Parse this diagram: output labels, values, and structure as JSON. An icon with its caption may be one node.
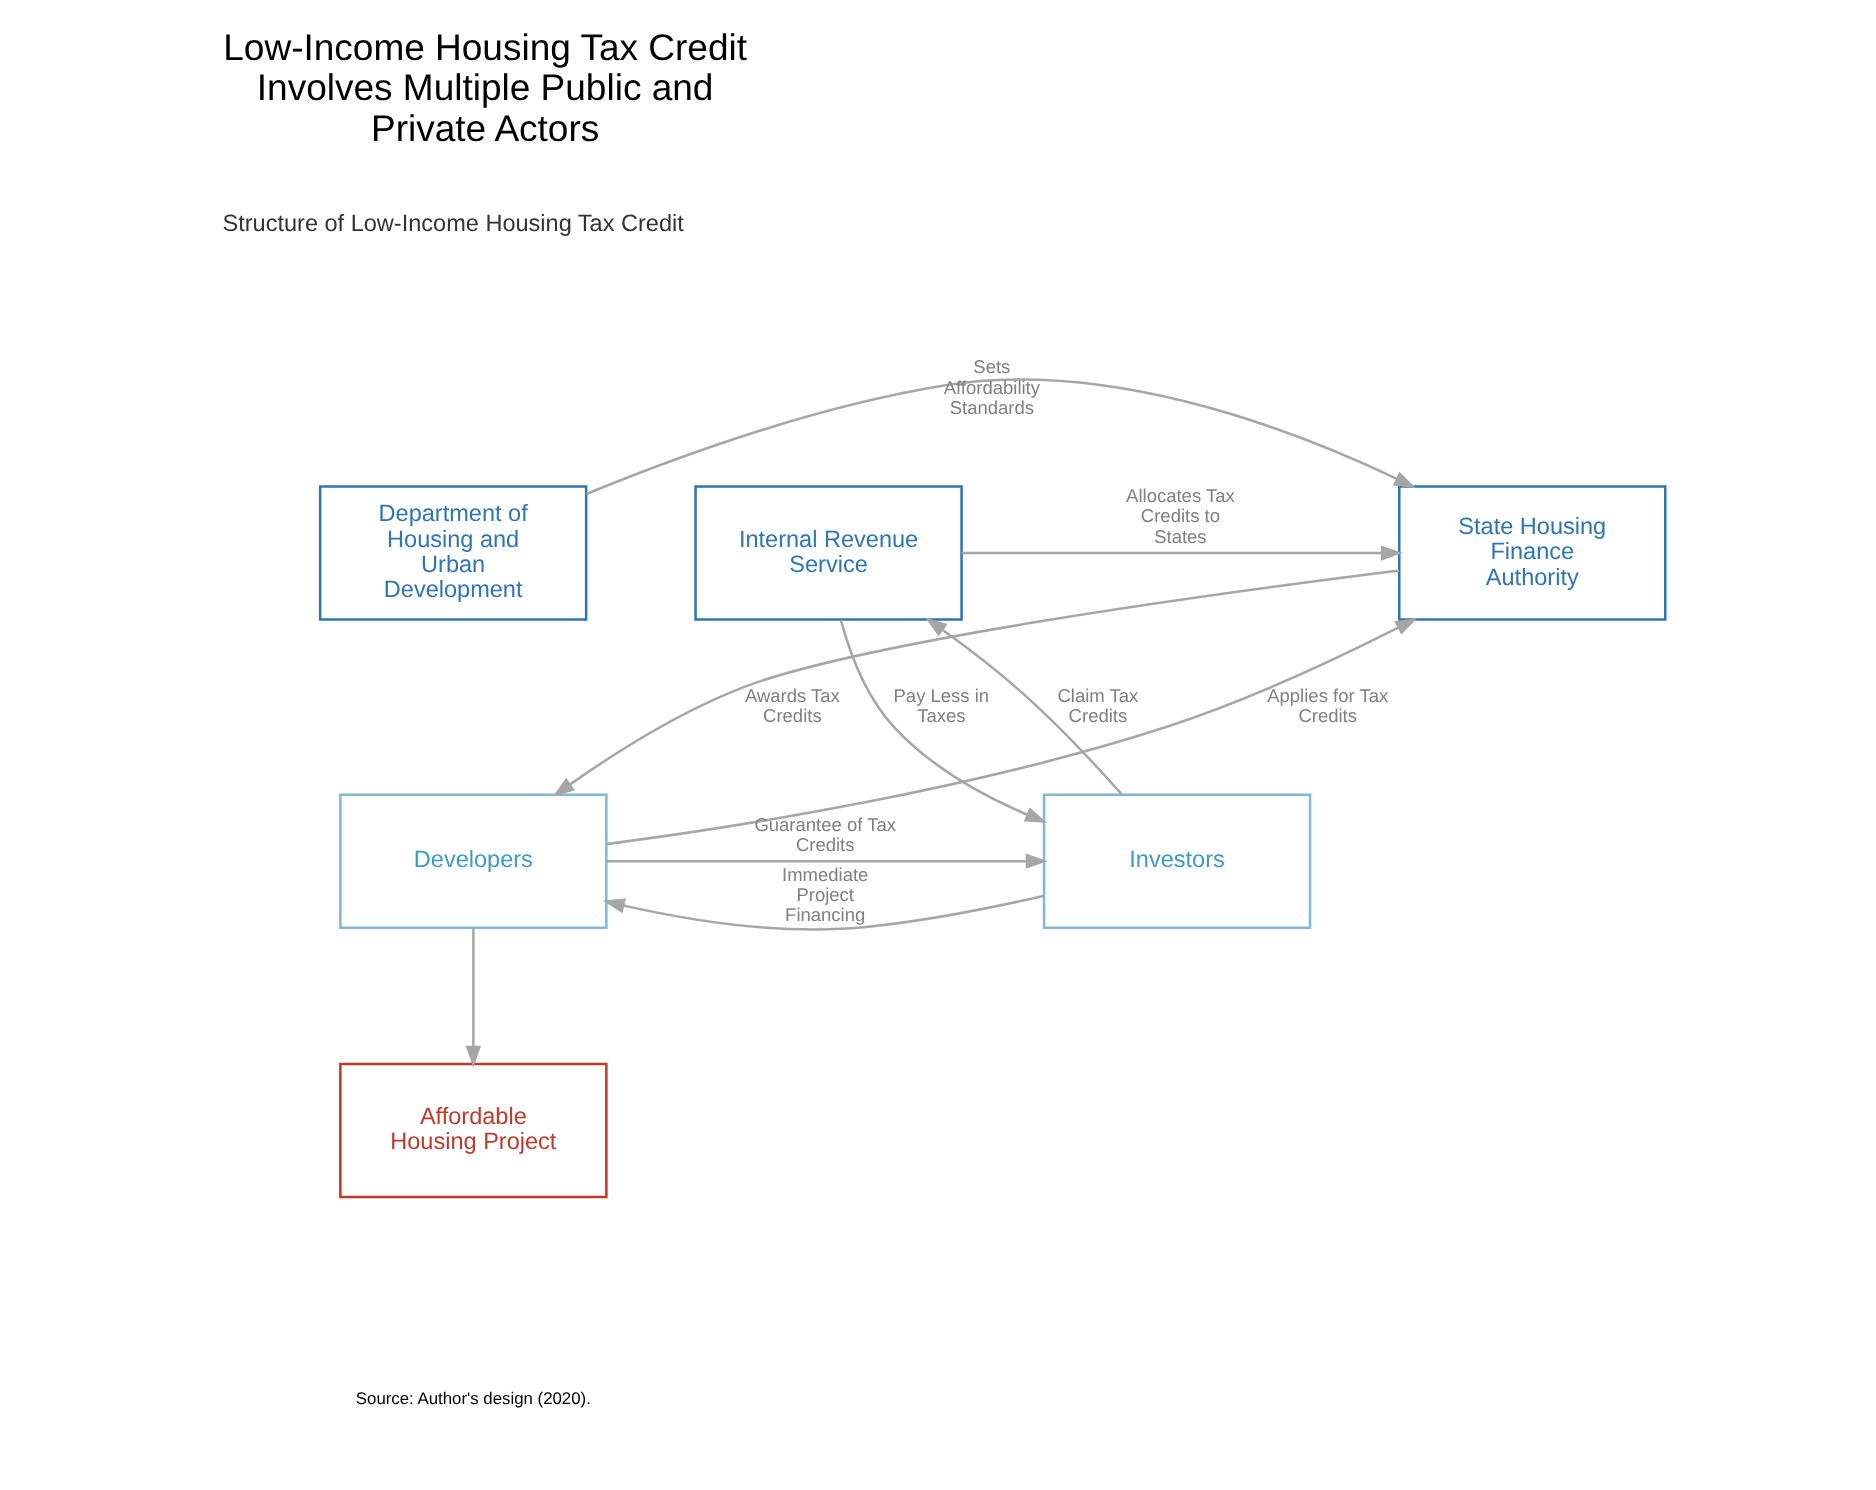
{
  "diagram": {
    "title": "Low-Income Housing Tax Credit Involves Multiple Public and Private Actors",
    "nodes": [
      {
        "text": [
          "Department of Housing and Urban Development"
        ]
      },
      {
        "text": [
          "State Housing Finance Authority"
        ]
      },
      {
        "text": [
          "Internal Revenue Service"
        ]
      },
      {
        "text": [
          "Developers"
        ]
      },
      {
        "text": [
          "Investors"
        ]
      },
      {
        "text": [
          "Affordable Housing Project"
        ]
      }
    ],
    "edges": [
      {
        "from": 0,
        "to": 1,
        "arrow": "to",
        "label": "Sets Affordability Standards"
      },
      {
        "from": 2,
        "to": 1,
        "arrow": "to",
        "label": "Allocates Tax Credits to States"
      },
      {
        "from": 1,
        "to": 3,
        "arrow": "to",
        "label": "Awards Tax Credits"
      },
      {
        "from": 3,
        "to": 1,
        "arrow": "to",
        "label": "Applies for Tax Credits"
      },
      {
        "from": 4,
        "to": 2,
        "arrow": "to",
        "label": "Claim Tax Credits"
      },
      {
        "from": 2,
        "to": 4,
        "arrow": "to",
        "label": "Pay Less in Taxes"
      },
      {
        "from": 4,
        "to": 3,
        "arrow": "to",
        "label": "Immediate Project Financing"
      },
      {
        "from": 3,
        "to": 4,
        "arrow": "to",
        "label": "Guarantee of Tax Credits"
      },
      {
        "from": 3,
        "to": 5,
        "arrow": "to"
      }
    ],
    "labels": [
      "Structure of Low-Income Housing Tax Credit",
      "Source: Author's design (2020)."
    ]
  }
}
